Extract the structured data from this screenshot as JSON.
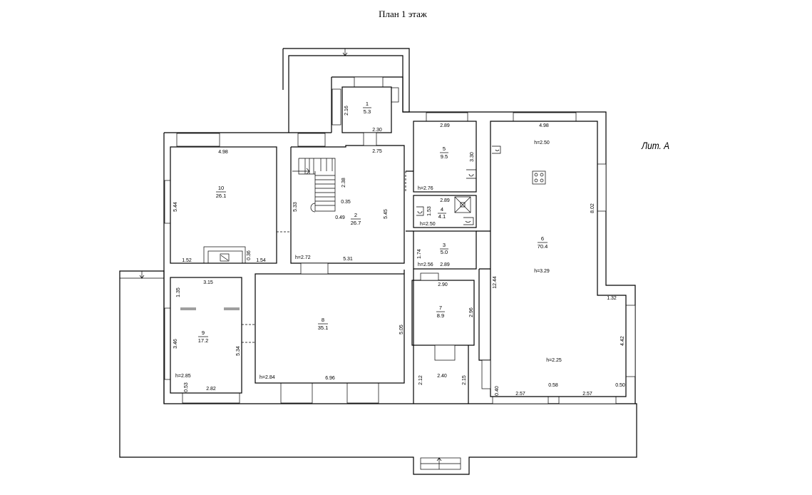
{
  "plan": {
    "title": "План 1 этаж",
    "liter": "Лит. А",
    "rooms": [
      {
        "id": "room-1",
        "number": "1",
        "area": "5.3"
      },
      {
        "id": "room-2",
        "number": "2",
        "area": "26.7"
      },
      {
        "id": "room-3",
        "number": "3",
        "area": "5.0"
      },
      {
        "id": "room-4",
        "number": "4",
        "area": "4.1"
      },
      {
        "id": "room-5",
        "number": "5",
        "area": "9.5"
      },
      {
        "id": "room-6",
        "number": "6",
        "area": "70.4"
      },
      {
        "id": "room-7",
        "number": "7",
        "area": "8.9"
      },
      {
        "id": "room-8",
        "number": "8",
        "area": "35.1"
      },
      {
        "id": "room-9",
        "number": "9",
        "area": "17.2"
      },
      {
        "id": "room-10",
        "number": "10",
        "area": "26.1"
      }
    ],
    "heights": {
      "h6_top": "h=2.50",
      "h6_mid": "h=3.29",
      "h6_bot": "h=2.25",
      "h5": "h=2.76",
      "h4": "h=2.50",
      "h3": "h=2.56",
      "h2": "h=2.72",
      "h8": "h=2.84",
      "h9": "h=2.85"
    },
    "dims": {
      "r10_top": "4.98",
      "r10_left": "5.44",
      "r10_bl": "1.52",
      "r10_bm": "0.36",
      "r10_br": "1.54",
      "r2_top": "2.75",
      "r2_stair": "2.38",
      "r2_a": "0.35",
      "r2_b": "0.49",
      "r2_left": "5.33",
      "r2_right": "5.45",
      "r2_bot": "5.31",
      "r1_left": "2.16",
      "r1_bot": "2.30",
      "r5_top": "2.89",
      "r5_right": "3.30",
      "r4_top": "2.89",
      "r4_left": "1.53",
      "r3_left": "1.74",
      "r3_bot": "2.89",
      "r6_top": "4.98",
      "r6_right": "8.02",
      "r6_left": "12.44",
      "r6_step": "1.32",
      "r6_right2": "4.42",
      "r6_b1": "0.40",
      "r6_b2": "2.57",
      "r6_b3": "0.58",
      "r6_b4": "2.57",
      "r6_b5": "0.50",
      "r7_top": "2.90",
      "r7_right": "2.96",
      "corr_l": "2.12",
      "corr_b": "2.40",
      "corr_r": "2.15",
      "r8_right": "5.05",
      "r8_bot": "6.96",
      "r8_left": "5.34",
      "r9_top": "3.15",
      "r9_tl": "1.35",
      "r9_left": "3.46",
      "r9_bl": "0.53",
      "r9_bot": "2.82"
    }
  }
}
